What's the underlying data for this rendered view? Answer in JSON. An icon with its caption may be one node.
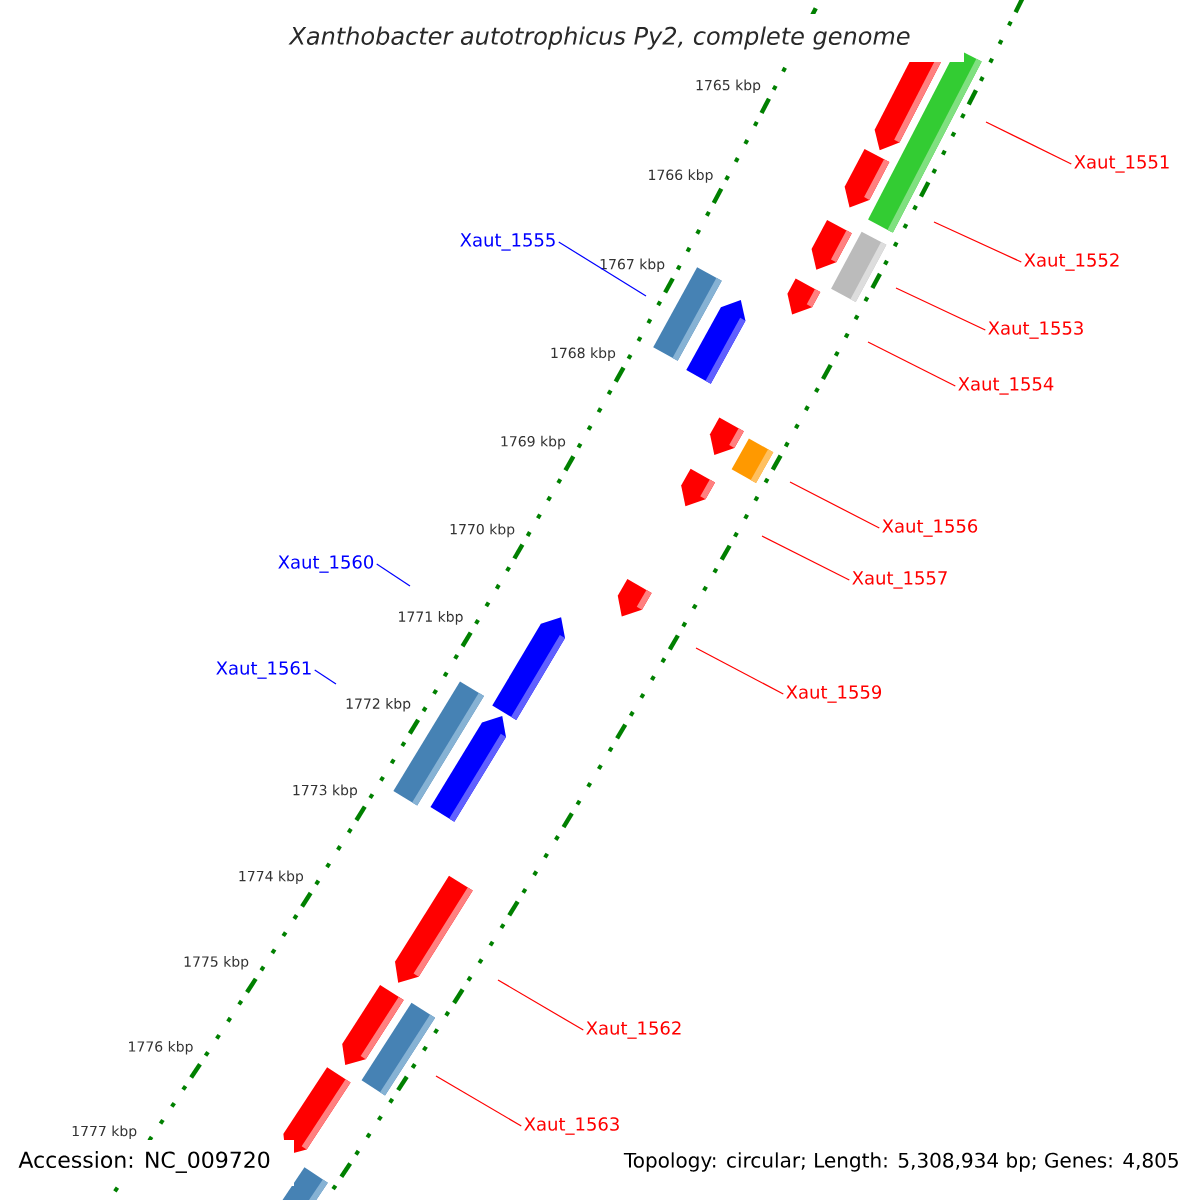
{
  "diagram": {
    "title": "*Xanthobacter autotrophicus* Py2, complete genome",
    "nodes": [
      {
        "text": [
          "Xaut_1551"
        ]
      },
      {
        "text": [
          "Xaut_1552"
        ]
      },
      {
        "text": [
          "Xaut_1553"
        ]
      },
      {
        "text": [
          "Xaut_1554"
        ]
      },
      {
        "text": [
          "Xaut_1555"
        ]
      },
      {
        "text": [
          "Xaut_1556"
        ]
      },
      {
        "text": [
          "Xaut_1557"
        ]
      },
      {
        "text": [
          "Xaut_1559"
        ]
      },
      {
        "text": [
          "Xaut_1560"
        ]
      },
      {
        "text": [
          "Xaut_1561"
        ]
      },
      {
        "text": [
          "Xaut_1562"
        ]
      },
      {
        "text": [
          "Xaut_1563"
        ]
      }
    ],
    "edges": [
      {
        "from": 0,
        "to": null,
        "arrow": "none"
      },
      {
        "from": 1,
        "to": null,
        "arrow": "none"
      },
      {
        "from": 2,
        "to": null,
        "arrow": "none"
      },
      {
        "from": 3,
        "to": null,
        "arrow": "none"
      },
      {
        "from": 4,
        "to": null,
        "arrow": "none",
        "color": "#0000ff"
      },
      {
        "from": 5,
        "to": null,
        "arrow": "none"
      },
      {
        "from": 6,
        "to": null,
        "arrow": "none"
      },
      {
        "from": 7,
        "to": null,
        "arrow": "none"
      },
      {
        "from": 8,
        "to": null,
        "arrow": "none",
        "color": "#0000ff"
      },
      {
        "from": 9,
        "to": null,
        "arrow": "none",
        "color": "#0000ff"
      },
      {
        "from": 10,
        "to": null,
        "arrow": "none"
      },
      {
        "from": 11,
        "to": null,
        "arrow": "none"
      }
    ],
    "labels": [
      "1765 kbp",
      "1766 kbp",
      "1767 kbp",
      "1768 kbp",
      "1769 kbp",
      "1770 kbp",
      "1771 kbp",
      "1772 kbp",
      "1773 kbp",
      "1774 kbp",
      "1775 kbp",
      "1776 kbp",
      "1777 kbp",
      "Accession: NC_009720",
      "Topology: circular; Length: 5,308,934 bp; Genes: 4,805"
    ]
  }
}
